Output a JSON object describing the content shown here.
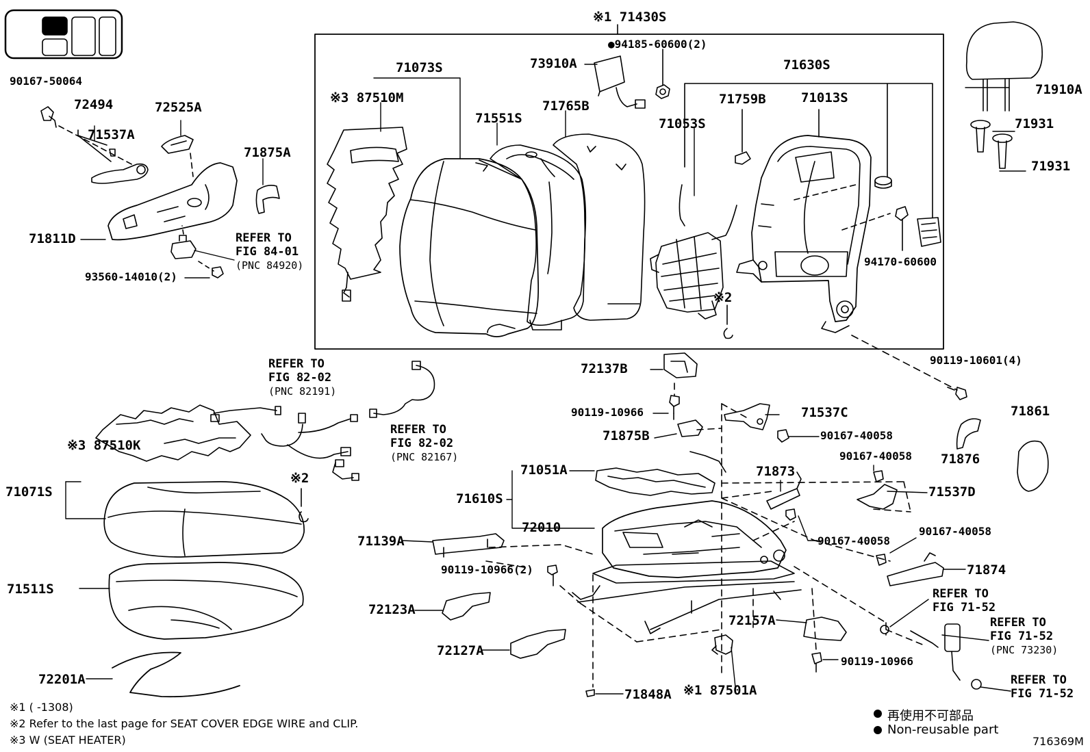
{
  "figure_id": "716369M",
  "labels": {
    "p71430S": "※1 71430S",
    "p94185": "●94185-60600(2)",
    "p73910A": "73910A",
    "p71073S": "71073S",
    "p87510M": "※3 87510M",
    "p71551S": "71551S",
    "p71765B": "71765B",
    "p71630S": "71630S",
    "p71759B": "71759B",
    "p71013S": "71013S",
    "p71053S": "71053S",
    "p94170": "94170-60600",
    "p71910A": "71910A",
    "p71931a": "71931",
    "p71931b": "71931",
    "p90167_50064": "90167-50064",
    "p72494": "72494",
    "p72525A": "72525A",
    "p71537A": "71537A",
    "p71875A": "71875A",
    "p71811D": "71811D",
    "p93560": "93560-14010(2)",
    "p90119_10601": "90119-10601(4)",
    "p72137B": "72137B",
    "p90119_10966a": "90119-10966",
    "p71537C": "71537C",
    "p71875B": "71875B",
    "p90167_40058a": "90167-40058",
    "p71861": "71861",
    "p71876": "71876",
    "p90167_40058b": "90167-40058",
    "p71051A": "71051A",
    "p71873": "71873",
    "p71537D": "71537D",
    "p71610S": "71610S",
    "p72010": "72010",
    "p90167_40058c": "90167-40058",
    "p90167_40058d": "90167-40058",
    "p71874": "71874",
    "p71139A": "71139A",
    "p90119_10966b": "90119-10966(2)",
    "p72123A": "72123A",
    "p72127A": "72127A",
    "p72157A": "72157A",
    "p90119_10966c": "90119-10966",
    "p71848A": "71848A",
    "p87501A": "※1 87501A",
    "p87510K": "※3 87510K",
    "p71071S": "71071S",
    "p71511S": "71511S",
    "p72201A": "72201A",
    "star2a": "※2",
    "star2b": "※2"
  },
  "refs": {
    "r1": {
      "line1": "REFER TO",
      "line2": "FIG 84-01",
      "line3": "(PNC 84920)"
    },
    "r2": {
      "line1": "REFER TO",
      "line2": "FIG 82-02",
      "line3": "(PNC 82191)"
    },
    "r3": {
      "line1": "REFER TO",
      "line2": "FIG 82-02",
      "line3": "(PNC 82167)"
    },
    "r4": {
      "line1": "REFER TO",
      "line2": "FIG 71-52"
    },
    "r5": {
      "line1": "REFER TO",
      "line2": "FIG 71-52",
      "line3": "(PNC 73230)"
    },
    "r6": {
      "line1": "REFER TO",
      "line2": "FIG 71-52"
    }
  },
  "notes": {
    "n1": "※1 (     -1308)",
    "n2": "※2 Refer to the last page for SEAT COVER EDGE WIRE and CLIP.",
    "n3": "※3 W (SEAT HEATER)"
  },
  "legend": {
    "line1": "● 再使用不可部品",
    "line2": "● Non-reusable part"
  }
}
